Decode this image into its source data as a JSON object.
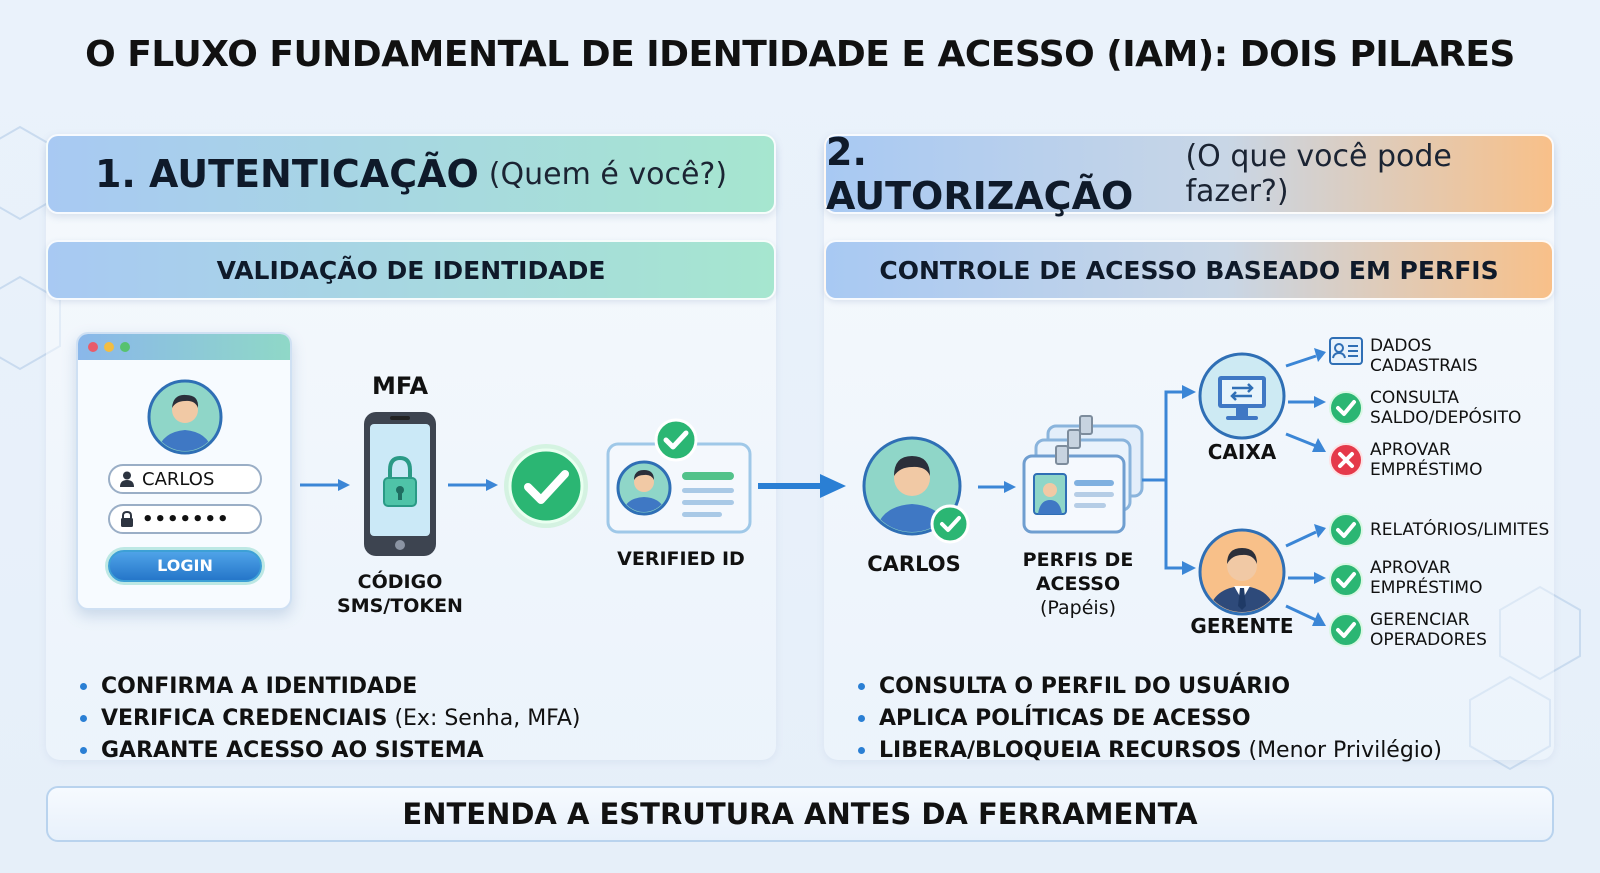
{
  "title": "O FLUXO FUNDAMENTAL DE IDENTIDADE E ACESSO (IAM): DOIS PILARES",
  "authentication": {
    "header_num": "1. AUTENTICAÇÃO",
    "header_question": "(Quem é você?)",
    "subheader": "VALIDAÇÃO DE IDENTIDADE",
    "login": {
      "username": "CARLOS",
      "password_mask": "•••••••",
      "button": "LOGIN"
    },
    "mfa_label": "MFA",
    "mfa_caption_1": "CÓDIGO",
    "mfa_caption_2": "SMS/TOKEN",
    "verified_label": "VERIFIED ID",
    "bullets": [
      {
        "strong": "CONFIRMA A IDENTIDADE",
        "light": ""
      },
      {
        "strong": "VERIFICA CREDENCIAIS",
        "light": "(Ex: Senha, MFA)"
      },
      {
        "strong": "GARANTE ACESSO AO SISTEMA",
        "light": ""
      }
    ]
  },
  "authorization": {
    "header_num": "2. AUTORIZAÇÃO",
    "header_question": "(O que você pode fazer?)",
    "subheader": "CONTROLE DE ACESSO BASEADO EM PERFIS",
    "user_label": "CARLOS",
    "profiles_label_1": "PERFIS DE",
    "profiles_label_2": "ACESSO",
    "profiles_label_3": "(Papéis)",
    "roles": [
      {
        "name": "CAIXA",
        "permissions": [
          {
            "label_1": "DADOS",
            "label_2": "CADASTRAIS",
            "status": "info"
          },
          {
            "label_1": "CONSULTA",
            "label_2": "SALDO/DEPÓSITO",
            "status": "allowed"
          },
          {
            "label_1": "APROVAR",
            "label_2": "EMPRÉSTIMO",
            "status": "denied"
          }
        ]
      },
      {
        "name": "GERENTE",
        "permissions": [
          {
            "label_1": "RELATÓRIOS/LIMITES",
            "label_2": "",
            "status": "allowed"
          },
          {
            "label_1": "APROVAR",
            "label_2": "EMPRÉSTIMO",
            "status": "allowed"
          },
          {
            "label_1": "GERENCIAR",
            "label_2": "OPERADORES",
            "status": "allowed"
          }
        ]
      }
    ],
    "bullets": [
      {
        "strong": "CONSULTA O PERFIL DO USUÁRIO",
        "light": ""
      },
      {
        "strong": "APLICA POLÍTICAS DE ACESSO",
        "light": ""
      },
      {
        "strong": "LIBERA/BLOQUEIA RECURSOS",
        "light": "(Menor Privilégio)"
      }
    ]
  },
  "footer": "ENTENDA A ESTRUTURA ANTES DA FERRAMENTA",
  "colors": {
    "accent_blue": "#2a7fd4",
    "success_green": "#2bb673",
    "deny_red": "#e5394a",
    "auth_gradient": [
      "#a8c9f3",
      "#a6e6cf"
    ],
    "authz_gradient": [
      "#a8c9f3",
      "#f8c089"
    ]
  }
}
